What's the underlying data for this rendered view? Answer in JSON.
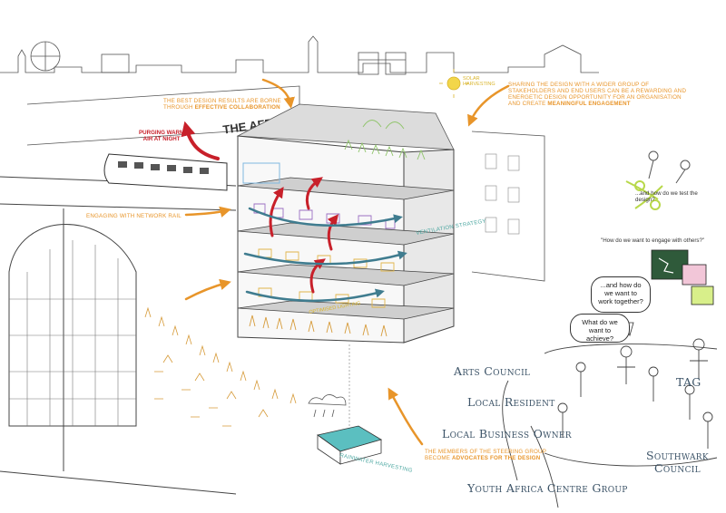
{
  "signage": {
    "building_sign": "THE AFRICA CENTRE"
  },
  "annotations": {
    "collaboration_line1": "THE BEST DESIGN RESULTS ARE BORNE",
    "collaboration_line2_prefix": "THROUGH ",
    "collaboration_line2_bold": "EFFECTIVE COLLABORATION",
    "purging_line1": "PURGING WARM",
    "purging_line2": "AIR AT NIGHT",
    "solar_line1": "SOLAR",
    "solar_line2": "HARVESTING",
    "sharing_line1": "SHARING THE DESIGN WITH A WIDER GROUP OF",
    "sharing_line2": "STAKEHOLDERS AND END USERS CAN BE A REWARDING AND",
    "sharing_line3": "ENERGETIC DESIGN OPPORTUNITY FOR AN ORGANISATION",
    "sharing_line4_prefix": "AND CREATE ",
    "sharing_line4_bold": "MEANINGFUL ENGAGEMENT",
    "network_rail": "ENGAGING WITH NETWORK RAIL",
    "ventilation": "VENTILATION STRATEGY",
    "lighting": "OPTIMISED LIGHTING",
    "rainwater": "RAINWATER HARVESTING",
    "steering_line1": "THE MEMBERS OF THE STEERING GROUP",
    "steering_line2_prefix": "BECOME ",
    "steering_line2_bold": "ADVOCATES FOR THE DESIGN"
  },
  "questions": {
    "test_design": "...and how do we test the design?",
    "engage": "\"How do we want to engage with others?\"",
    "work_together": "...and how do we want to work together?",
    "achieve": "What do we want to achieve?"
  },
  "stakeholders": {
    "arts_council": "Arts Council",
    "tag": "TAG",
    "local_resident": "Local Resident",
    "local_business_owner": "Local Business Owner",
    "southwark_line1": "Southwark",
    "southwark_line2": "Council",
    "youth_group": "Youth Africa Centre Group"
  },
  "colors": {
    "orange": "#e8952a",
    "red": "#c8202a",
    "teal": "#4aa6a0",
    "purple": "#9b6fc2",
    "green": "#8fc46a",
    "yellow": "#e8c94a",
    "stakeholder_text": "#3d5468"
  }
}
